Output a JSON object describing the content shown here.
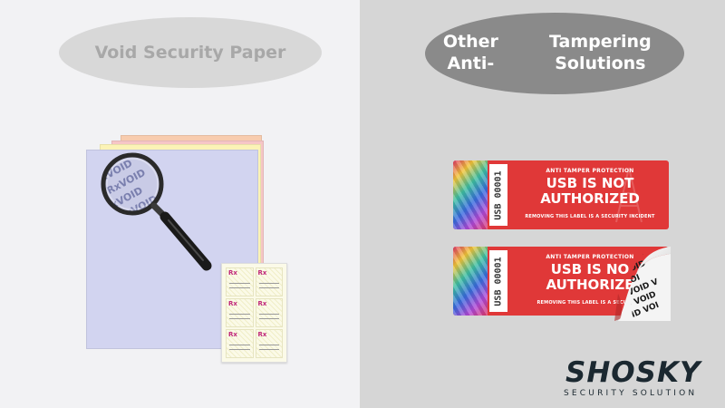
{
  "left_panel": {
    "heading": "Void Security Paper",
    "magnifier_text": [
      "RxVOID",
      "RxVOID",
      "RxVOID",
      "RxVOID"
    ],
    "cheque_mark": "Rx"
  },
  "right_panel": {
    "heading_line1": "Other Anti-",
    "heading_line2": "Tampering Solutions",
    "labels": [
      {
        "serial": "USB 00001",
        "top_text": "ANTI TAMPER PROTECTION",
        "main_line1": "USB IS NOT",
        "main_line2": "AUTHORIZED",
        "bottom_text": "REMOVING THIS LABEL IS A SECURITY INCIDENT"
      },
      {
        "serial": "USB 00001",
        "top_text": "ANTI TAMPER PROTECTION",
        "main_line1": "USB IS NO",
        "main_line2": "AUTHORIZE",
        "bottom_text": "REMOVING THIS LABEL IS A SECURITY I"
      }
    ],
    "void_text": [
      "VOID VOID V",
      "VOID VOID",
      "VOID VOI",
      "OID VOID V",
      "VOID VOID",
      "VOID VOI"
    ]
  },
  "logo": {
    "word": "SHOSKY",
    "subtitle": "SECURITY SOLUTION"
  },
  "colors": {
    "label_red": "#e03838",
    "brand_green": "#1fa85a",
    "brand_dark": "#1b2830"
  }
}
